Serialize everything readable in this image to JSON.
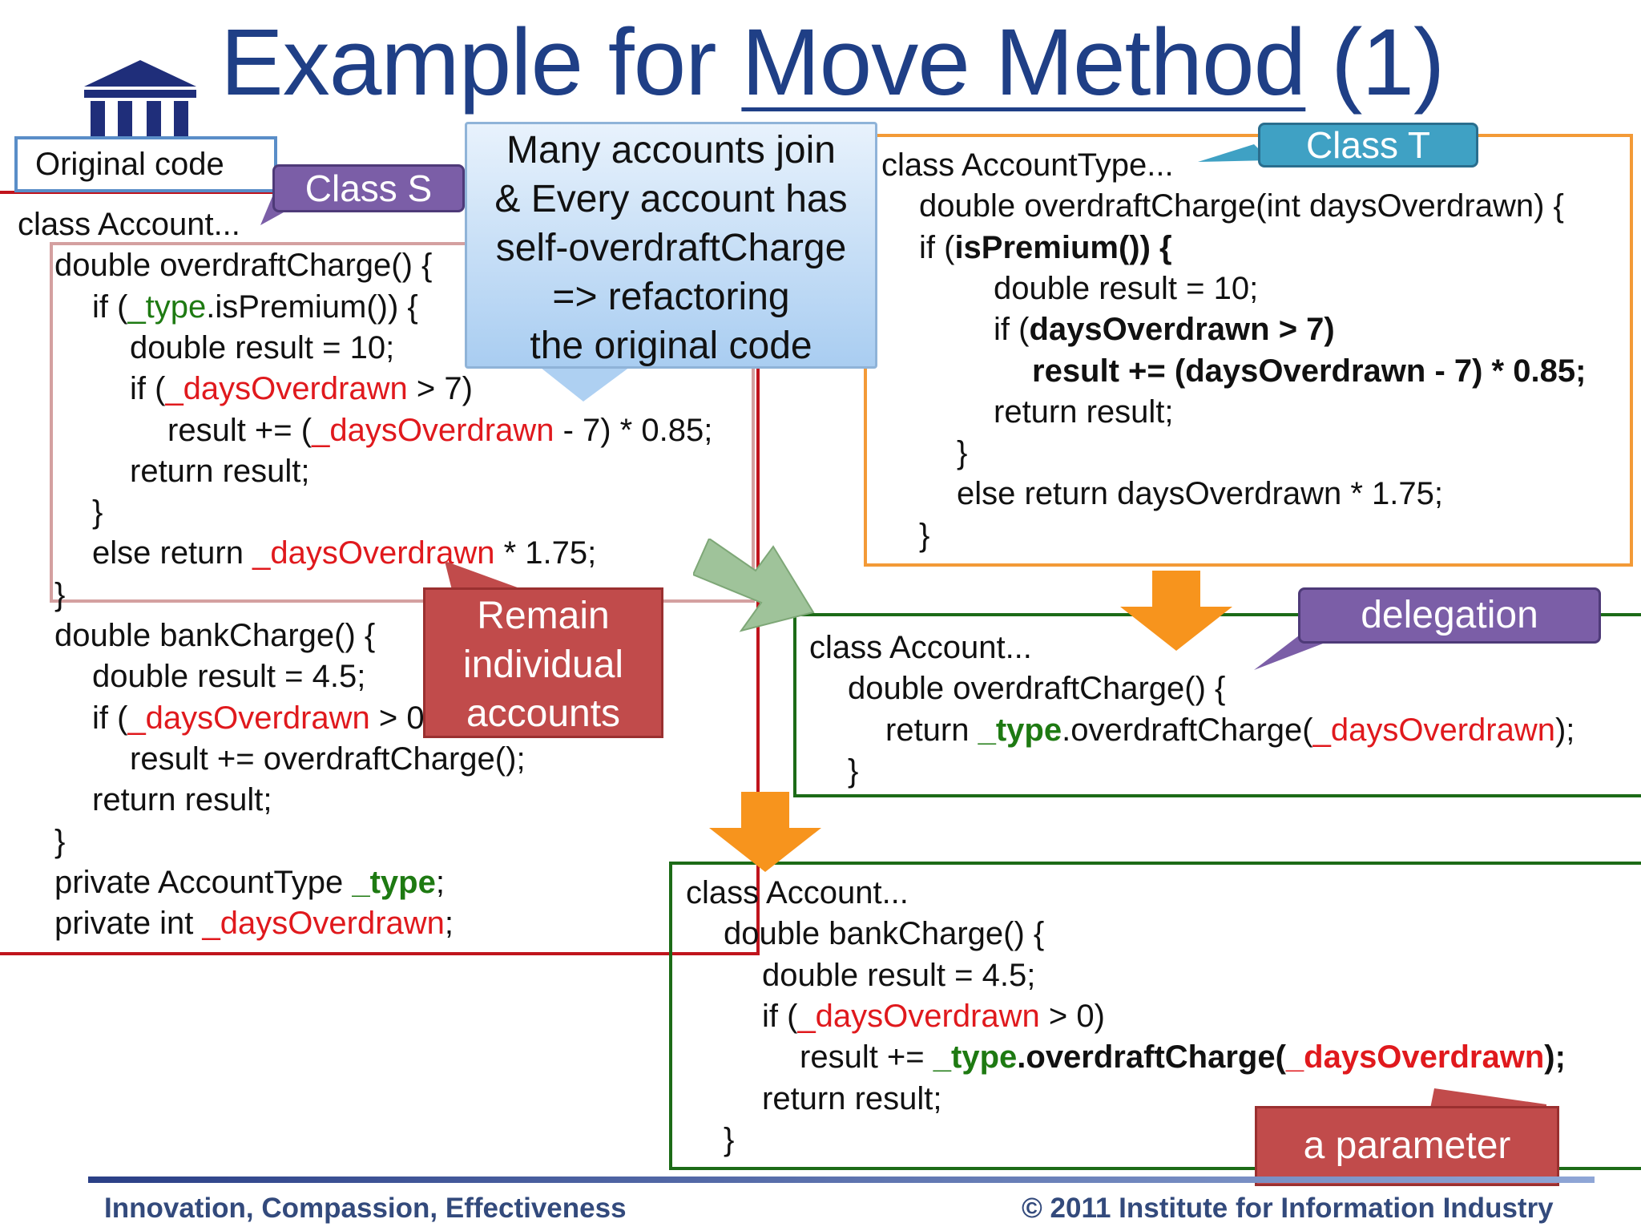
{
  "slide": {
    "title_prefix": "Example for ",
    "title_underlined": "Move Method",
    "title_suffix": " (1)",
    "original_code_label": "Original code",
    "class_s_label": "Class S",
    "class_t_label": "Class T",
    "callout_many": [
      "Many accounts join",
      "& Every account has",
      "self-overdraftCharge",
      "=> refactoring",
      "the original code"
    ],
    "callout_remain": [
      "Remain",
      "individual",
      "accounts"
    ],
    "callout_delegation": "delegation",
    "callout_parameter": "a parameter",
    "footer_left": "Innovation, Compassion, Effectiveness",
    "footer_right": "© 2011 Institute for Information Industry",
    "colors": {
      "title": "#1f3f86",
      "red_frame": "#c0141c",
      "orange_frame": "#f39a37",
      "green_frame": "#1c6b17",
      "purple_callout": "#7b5ea7",
      "teal_callout": "#3fa1c4",
      "red_callout": "#c14b4b",
      "orange_arrow": "#f7941d"
    }
  },
  "code_s": [
    [
      {
        "t": "class Account..."
      }
    ],
    [
      {
        "t": "double overdraftCharge() {"
      }
    ],
    [
      {
        "t": "if ("
      },
      {
        "t": "_type",
        "c": "green"
      },
      {
        "t": ".isPremium()) {"
      }
    ],
    [
      {
        "t": "double result = 10;"
      }
    ],
    [
      {
        "t": "if ("
      },
      {
        "t": "_daysOverdrawn",
        "c": "red"
      },
      {
        "t": " > 7)"
      }
    ],
    [
      {
        "t": "result += ("
      },
      {
        "t": "_daysOverdrawn",
        "c": "red"
      },
      {
        "t": " - 7) * 0.85;"
      }
    ],
    [
      {
        "t": "return result;"
      }
    ],
    [
      {
        "t": "}"
      }
    ],
    [
      {
        "t": "else return "
      },
      {
        "t": "_daysOverdrawn",
        "c": "red"
      },
      {
        "t": " * 1.75;"
      }
    ],
    [
      {
        "t": "}"
      }
    ],
    [
      {
        "t": "double bankCharge() {"
      }
    ],
    [
      {
        "t": "double result = 4.5;"
      }
    ],
    [
      {
        "t": "if ("
      },
      {
        "t": "_daysOverdrawn",
        "c": "red"
      },
      {
        "t": " > 0)"
      }
    ],
    [
      {
        "t": "result += overdraftCharge();"
      }
    ],
    [
      {
        "t": "return result;"
      }
    ],
    [
      {
        "t": "}"
      }
    ],
    [
      {
        "t": "private AccountType "
      },
      {
        "t": "_type",
        "c": "green",
        "b": true
      },
      {
        "t": ";"
      }
    ],
    [
      {
        "t": "private int "
      },
      {
        "t": "_daysOverdrawn",
        "c": "red"
      },
      {
        "t": ";"
      }
    ]
  ],
  "code_t": [
    [
      {
        "t": "class AccountType..."
      }
    ],
    [
      {
        "t": "double overdraftCharge(int daysOverdrawn) {"
      }
    ],
    [
      {
        "t": "if ("
      },
      {
        "t": "isPremium()) {",
        "b": true
      }
    ],
    [
      {
        "t": "double result = 10;"
      }
    ],
    [
      {
        "t": "if ("
      },
      {
        "t": "daysOverdrawn > 7)",
        "b": true
      }
    ],
    [
      {
        "t": "result += (daysOverdrawn - 7) * 0.85;",
        "b": true
      }
    ],
    [
      {
        "t": "return result;"
      }
    ],
    [
      {
        "t": "}"
      }
    ],
    [
      {
        "t": "else return daysOverdrawn * 1.75;"
      }
    ],
    [
      {
        "t": "}"
      }
    ]
  ],
  "code_delegate": [
    [
      {
        "t": "class Account..."
      }
    ],
    [
      {
        "t": "double overdraftCharge() {"
      }
    ],
    [
      {
        "t": "return "
      },
      {
        "t": "_type",
        "c": "green",
        "b": true
      },
      {
        "t": ".overdraftCharge("
      },
      {
        "t": "_daysOverdrawn",
        "c": "red"
      },
      {
        "t": ");"
      }
    ],
    [
      {
        "t": "}"
      }
    ]
  ],
  "code_bank": [
    [
      {
        "t": "class Account..."
      }
    ],
    [
      {
        "t": "double bankCharge() {"
      }
    ],
    [
      {
        "t": "double result = 4.5;"
      }
    ],
    [
      {
        "t": "if ("
      },
      {
        "t": "_daysOverdrawn",
        "c": "red"
      },
      {
        "t": " > 0)"
      }
    ],
    [
      {
        "t": "result += "
      },
      {
        "t": "_type",
        "c": "green",
        "b": true
      },
      {
        "t": ".overdraftCharge(",
        "b": true
      },
      {
        "t": "_daysOverdrawn",
        "c": "red",
        "b": true
      },
      {
        "t": ");",
        "b": true
      }
    ],
    [
      {
        "t": "return result;"
      }
    ],
    [
      {
        "t": "}"
      }
    ]
  ]
}
